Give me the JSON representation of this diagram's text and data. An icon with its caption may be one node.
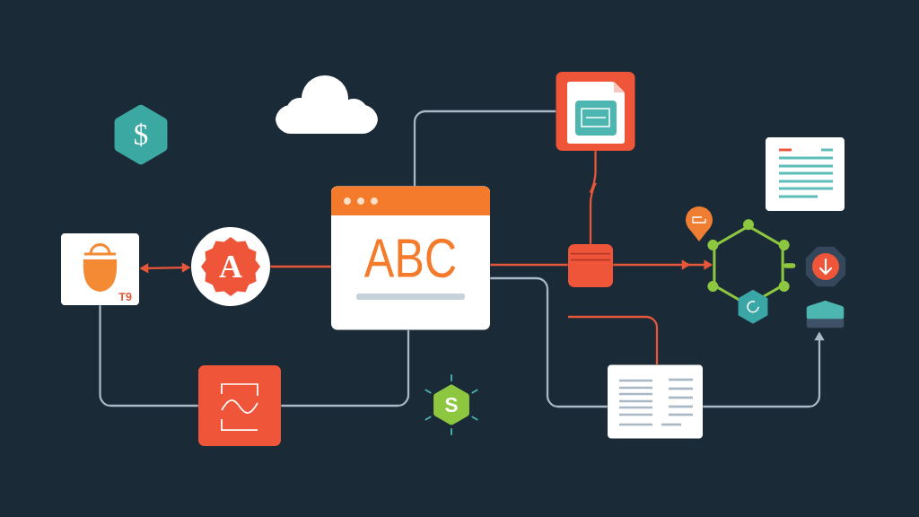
{
  "diagram": {
    "nodes": [
      {
        "text": [
          "$"
        ]
      },
      {
        "text": [],
        "shape": "box"
      },
      {
        "text": [],
        "shape": "box"
      },
      {
        "text": [
          "T9"
        ]
      },
      {
        "text": [
          "A"
        ]
      },
      {
        "text": [
          "ABC"
        ]
      },
      {
        "text": [],
        "shape": "cylinder"
      },
      {
        "text": [],
        "shape": "hexagon"
      },
      {
        "text": [],
        "shape": "pentagon"
      },
      {
        "text": [],
        "shape": "box"
      },
      {
        "text": [
          "S"
        ]
      },
      {
        "text": [],
        "shape": "box"
      }
    ],
    "edges": [
      {
        "from": 3,
        "to": 4,
        "arrow": "both"
      },
      {
        "from": 4,
        "to": 5,
        "arrow": "none"
      },
      {
        "from": 5,
        "to": 1,
        "arrow": "none",
        "color": "#a9b8c6"
      },
      {
        "from": 1,
        "to": 6,
        "arrow": "none"
      },
      {
        "from": 5,
        "to": 6,
        "arrow": "none"
      },
      {
        "from": 6,
        "to": 7,
        "arrow": "to"
      },
      {
        "from": 5,
        "to": 11,
        "arrow": "none",
        "color": "#a9b8c6"
      },
      {
        "from": null,
        "to": 11,
        "arrow": "none"
      },
      {
        "from": 11,
        "to": 8,
        "arrow": "to",
        "color": "#a9b8c6"
      },
      {
        "from": 3,
        "to": 9,
        "arrow": "none",
        "color": "#a9b8c6"
      },
      {
        "from": 9,
        "to": 5,
        "arrow": "none",
        "color": "#a9b8c6"
      }
    ]
  }
}
